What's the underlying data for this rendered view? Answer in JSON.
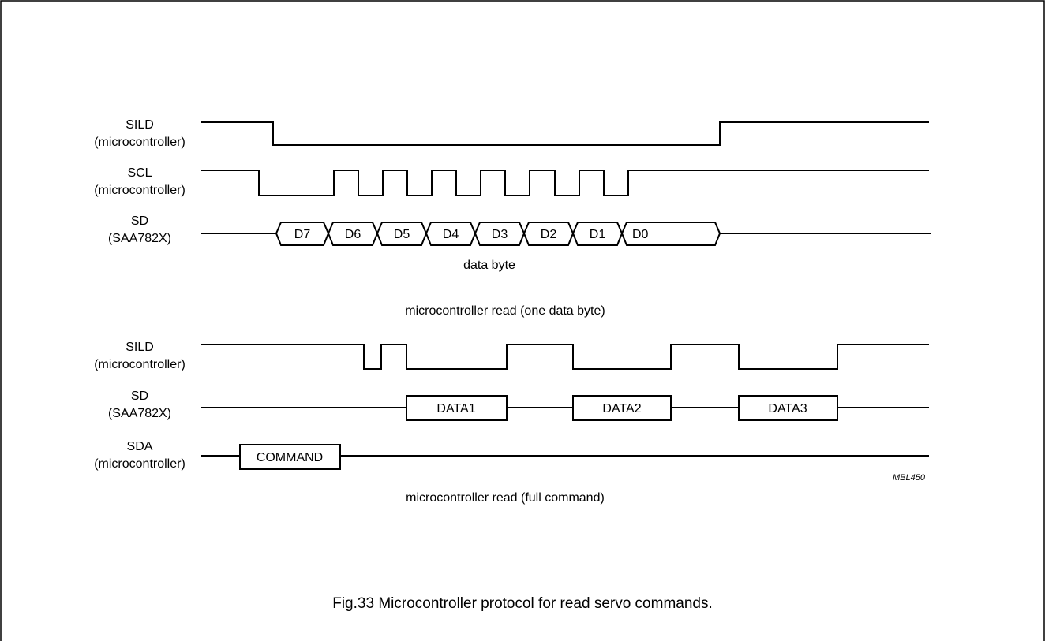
{
  "signals_top": {
    "sild": {
      "name": "SILD",
      "source": "(microcontroller)"
    },
    "scl": {
      "name": "SCL",
      "source": "(microcontroller)"
    },
    "sd": {
      "name": "SD",
      "source": "(SAA782X)"
    },
    "bits": [
      "D7",
      "D6",
      "D5",
      "D4",
      "D3",
      "D2",
      "D1",
      "D0"
    ],
    "byte_label": "data byte"
  },
  "section_titles": {
    "one_byte": "microcontroller read (one data byte)",
    "full_command": "microcontroller read (full command)"
  },
  "signals_bottom": {
    "sild": {
      "name": "SILD",
      "source": "(microcontroller)"
    },
    "sd": {
      "name": "SD",
      "source": "(SAA782X)"
    },
    "sda": {
      "name": "SDA",
      "source": "(microcontroller)"
    },
    "data_blocks": [
      "DATA1",
      "DATA2",
      "DATA3"
    ],
    "command_block": "COMMAND"
  },
  "reference_code": "MBL450",
  "caption": "Fig.33  Microcontroller protocol for read servo commands."
}
